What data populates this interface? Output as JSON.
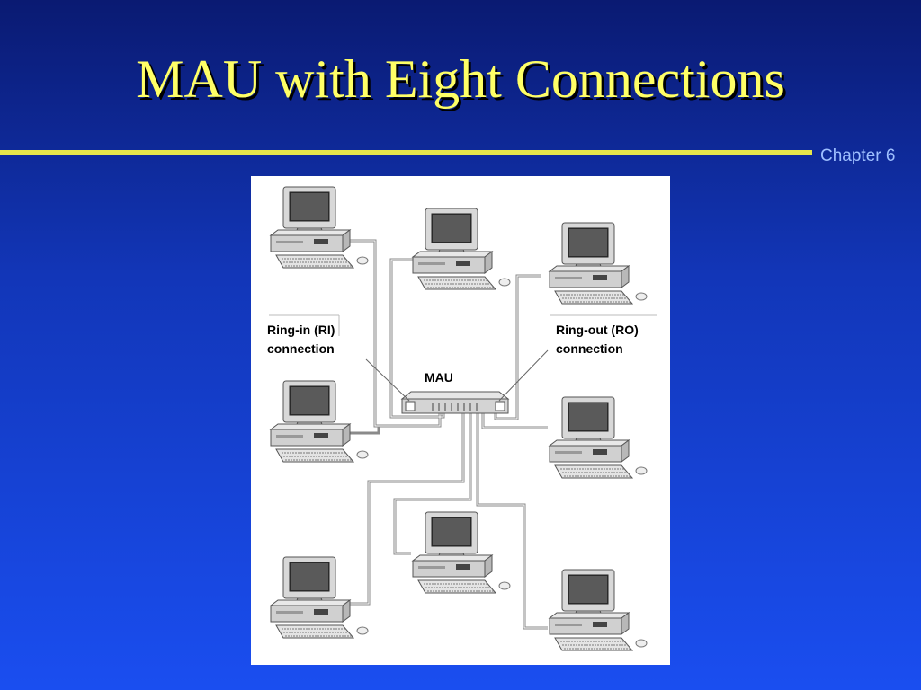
{
  "slide": {
    "title": "MAU with Eight Connections",
    "chapter": "Chapter 6"
  },
  "diagram": {
    "ring_in_label_line1": "Ring-in (RI)",
    "ring_in_label_line2": "connection",
    "ring_out_label_line1": "Ring-out (RO)",
    "ring_out_label_line2": "connection",
    "mau_label": "MAU",
    "computer_icon": "desktop-computer-icon",
    "computer_count": 8
  },
  "colors": {
    "background_top": "#0a1a72",
    "background_bottom": "#1a4ef0",
    "title": "#ffff66",
    "rule": "#e6e64a",
    "chapter": "#9fc0ff"
  }
}
